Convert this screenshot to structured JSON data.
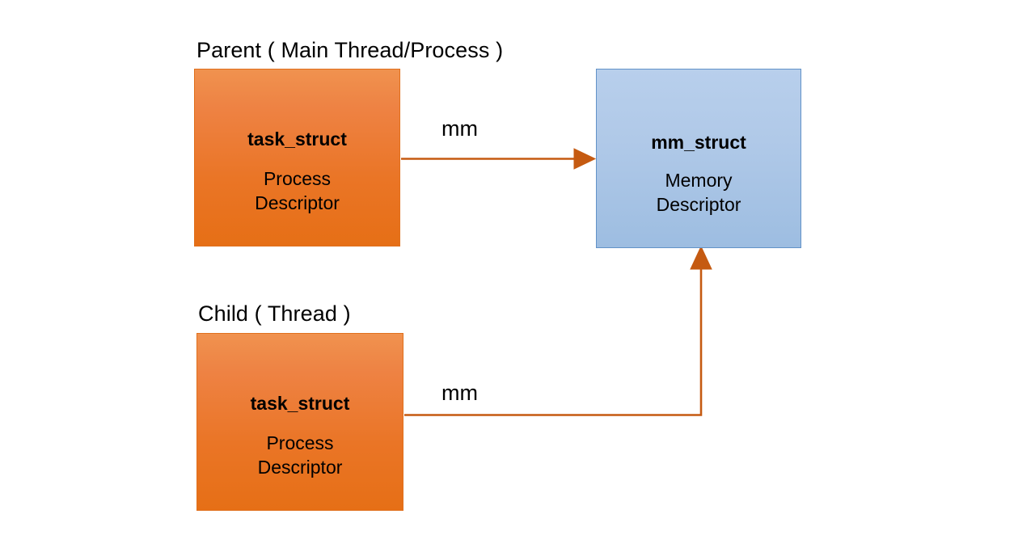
{
  "diagram": {
    "title_parent": "Parent ( Main Thread/Process )",
    "title_child": "Child ( Thread )",
    "background_color": "#ffffff",
    "nodes": [
      {
        "id": "parent-task-struct",
        "title": "task_struct",
        "subtitle_line1": "Process",
        "subtitle_line2": "Descriptor",
        "fill_top": "#f0924f",
        "fill_bottom": "#e66f16",
        "border_color": "#e0701d"
      },
      {
        "id": "mm-struct",
        "title": "mm_struct",
        "subtitle_line1": "Memory",
        "subtitle_line2": "Descriptor",
        "fill_top": "#b8cfec",
        "fill_bottom": "#9dbde1",
        "border_color": "#6292c8"
      },
      {
        "id": "child-task-struct",
        "title": "task_struct",
        "subtitle_line1": "Process",
        "subtitle_line2": "Descriptor",
        "fill_top": "#f0924f",
        "fill_bottom": "#e66f16",
        "border_color": "#e0701d"
      }
    ],
    "edges": [
      {
        "id": "parent-mm-edge",
        "label": "mm",
        "from": "parent-task-struct",
        "to": "mm-struct",
        "color": "#c55a11",
        "style": "straight-arrow-right"
      },
      {
        "id": "child-mm-edge",
        "label": "mm",
        "from": "child-task-struct",
        "to": "mm-struct",
        "color": "#c55a11",
        "style": "elbow-arrow-up"
      }
    ]
  }
}
